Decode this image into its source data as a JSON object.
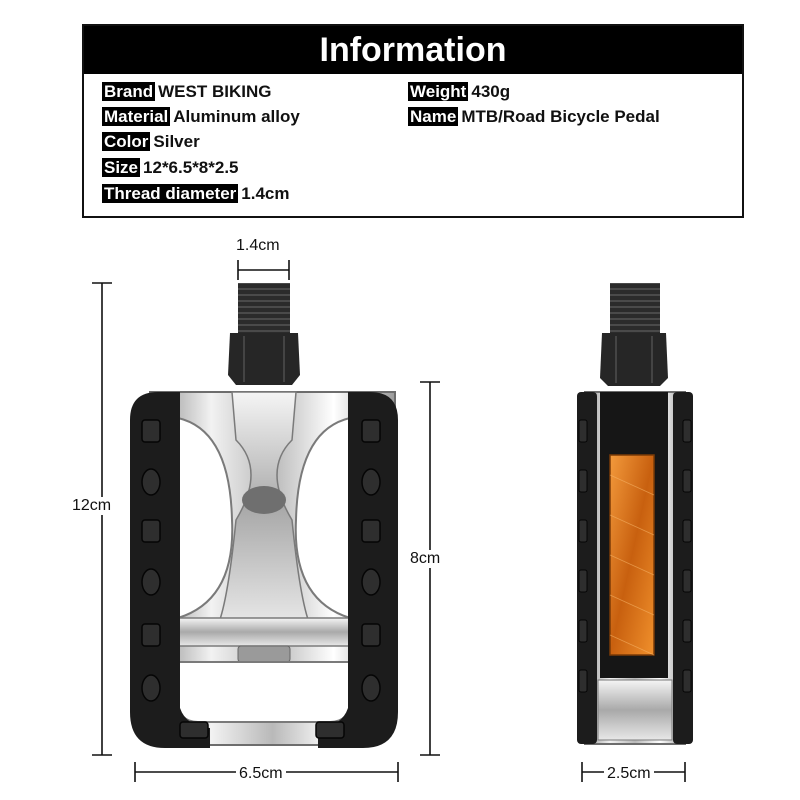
{
  "info": {
    "title": "Information",
    "specs": [
      {
        "key": "Brand",
        "value": "WEST BIKING"
      },
      {
        "key": "Material",
        "value": "Aluminum alloy"
      },
      {
        "key": "Color",
        "value": "Silver"
      },
      {
        "key": "Size",
        "value": "12*6.5*8*2.5"
      },
      {
        "key": "Thread diameter",
        "value": "1.4cm"
      },
      {
        "key": "Weight",
        "value": "430g"
      },
      {
        "key": "Name",
        "value": "MTB/Road Bicycle Pedal"
      }
    ]
  },
  "dimensions": {
    "thread": "1.4cm",
    "length": "12cm",
    "height": "8cm",
    "width": "6.5cm",
    "depth": "2.5cm"
  },
  "colors": {
    "rubber": "#1c1c1c",
    "aluminum": "#d6d6d6",
    "reflector": "#e07a1e",
    "spindle": "#2a2a2a"
  },
  "icons": {
    "front_view": "pedal-front-illustration",
    "side_view": "pedal-side-illustration"
  }
}
